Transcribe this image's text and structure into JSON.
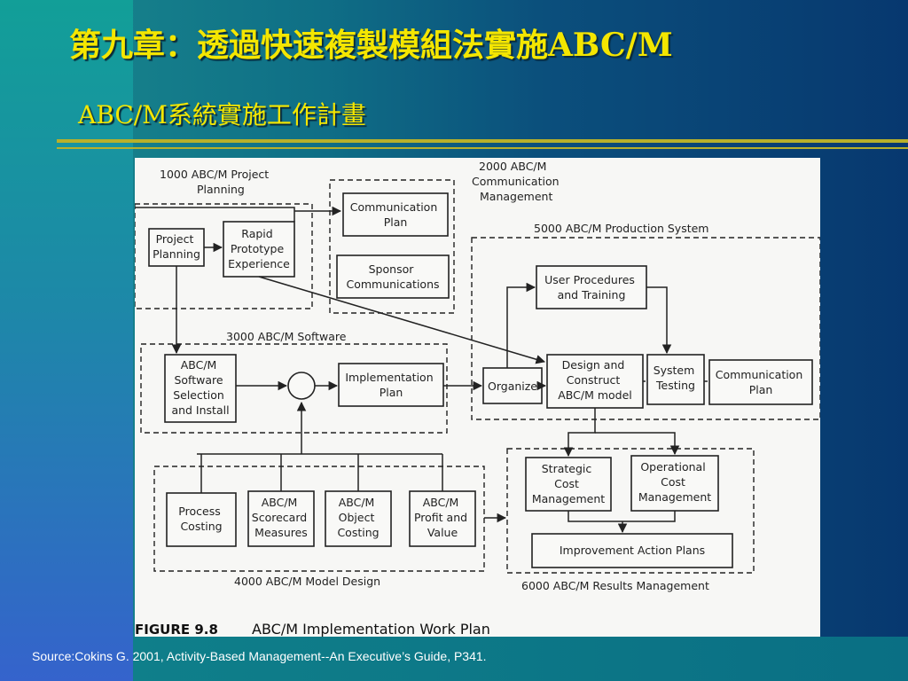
{
  "slide": {
    "title": "第九章：透過快速複製模組法實施ABC/M",
    "subtitle": "ABC/M系統實施工作計畫",
    "source": "Source:Cokins G. 2001, Activity-Based Management--An Executive’s Guide, P341."
  },
  "figure": {
    "caption_number": "FIGURE 9.8",
    "caption_text": "ABC/M Implementation Work Plan",
    "groups": {
      "g1000": [
        "1000 ABC/M Project",
        "Planning"
      ],
      "g2000": [
        "2000 ABC/M",
        "Communication",
        "Management"
      ],
      "g3000": [
        "3000 ABC/M Software"
      ],
      "g4000": [
        "4000 ABC/M Model Design"
      ],
      "g5000": [
        "5000 ABC/M Production System"
      ],
      "g6000": [
        "6000 ABC/M Results Management"
      ]
    },
    "boxes": {
      "project_planning": [
        "Project",
        "Planning"
      ],
      "rapid_prototype": [
        "Rapid",
        "Prototype",
        "Experience"
      ],
      "communication_plan_1": [
        "Communication",
        "Plan"
      ],
      "sponsor_comm": [
        "Sponsor",
        "Communications"
      ],
      "software_selection": [
        "ABC/M",
        "Software",
        "Selection",
        "and Install"
      ],
      "implementation_plan": [
        "Implementation",
        "Plan"
      ],
      "organize": [
        "Organize"
      ],
      "user_procedures": [
        "User Procedures",
        "and Training"
      ],
      "design_construct": [
        "Design and",
        "Construct",
        "ABC/M model"
      ],
      "system_testing": [
        "System",
        "Testing"
      ],
      "communication_plan_2": [
        "Communication",
        "Plan"
      ],
      "process_costing": [
        "Process",
        "Costing"
      ],
      "scorecard": [
        "ABC/M",
        "Scorecard",
        "Measures"
      ],
      "object_costing": [
        "ABC/M",
        "Object",
        "Costing"
      ],
      "profit_value": [
        "ABC/M",
        "Profit and",
        "Value"
      ],
      "strategic_cost": [
        "Strategic",
        "Cost",
        "Management"
      ],
      "operational_cost": [
        "Operational",
        "Cost",
        "Management"
      ],
      "improvement_plans": [
        "Improvement Action Plans"
      ]
    }
  }
}
